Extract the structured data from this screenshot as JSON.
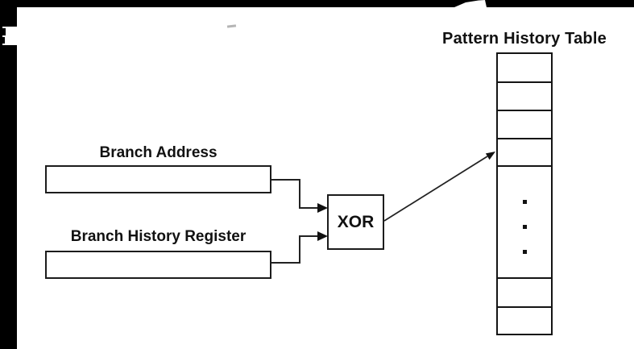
{
  "diagram": {
    "inputs": [
      {
        "label": "Branch Address"
      },
      {
        "label": "Branch History Register"
      }
    ],
    "operator": {
      "label": "XOR"
    },
    "pht": {
      "title": "Pattern History Table",
      "cells_above_ellipsis": 4,
      "cells_below_ellipsis": 2,
      "ellipsis_dots": 3
    },
    "colors": {
      "line": "#1c1c1c",
      "artifact_bar": "#000000",
      "background": "#ffffff",
      "text": "#111111"
    }
  }
}
